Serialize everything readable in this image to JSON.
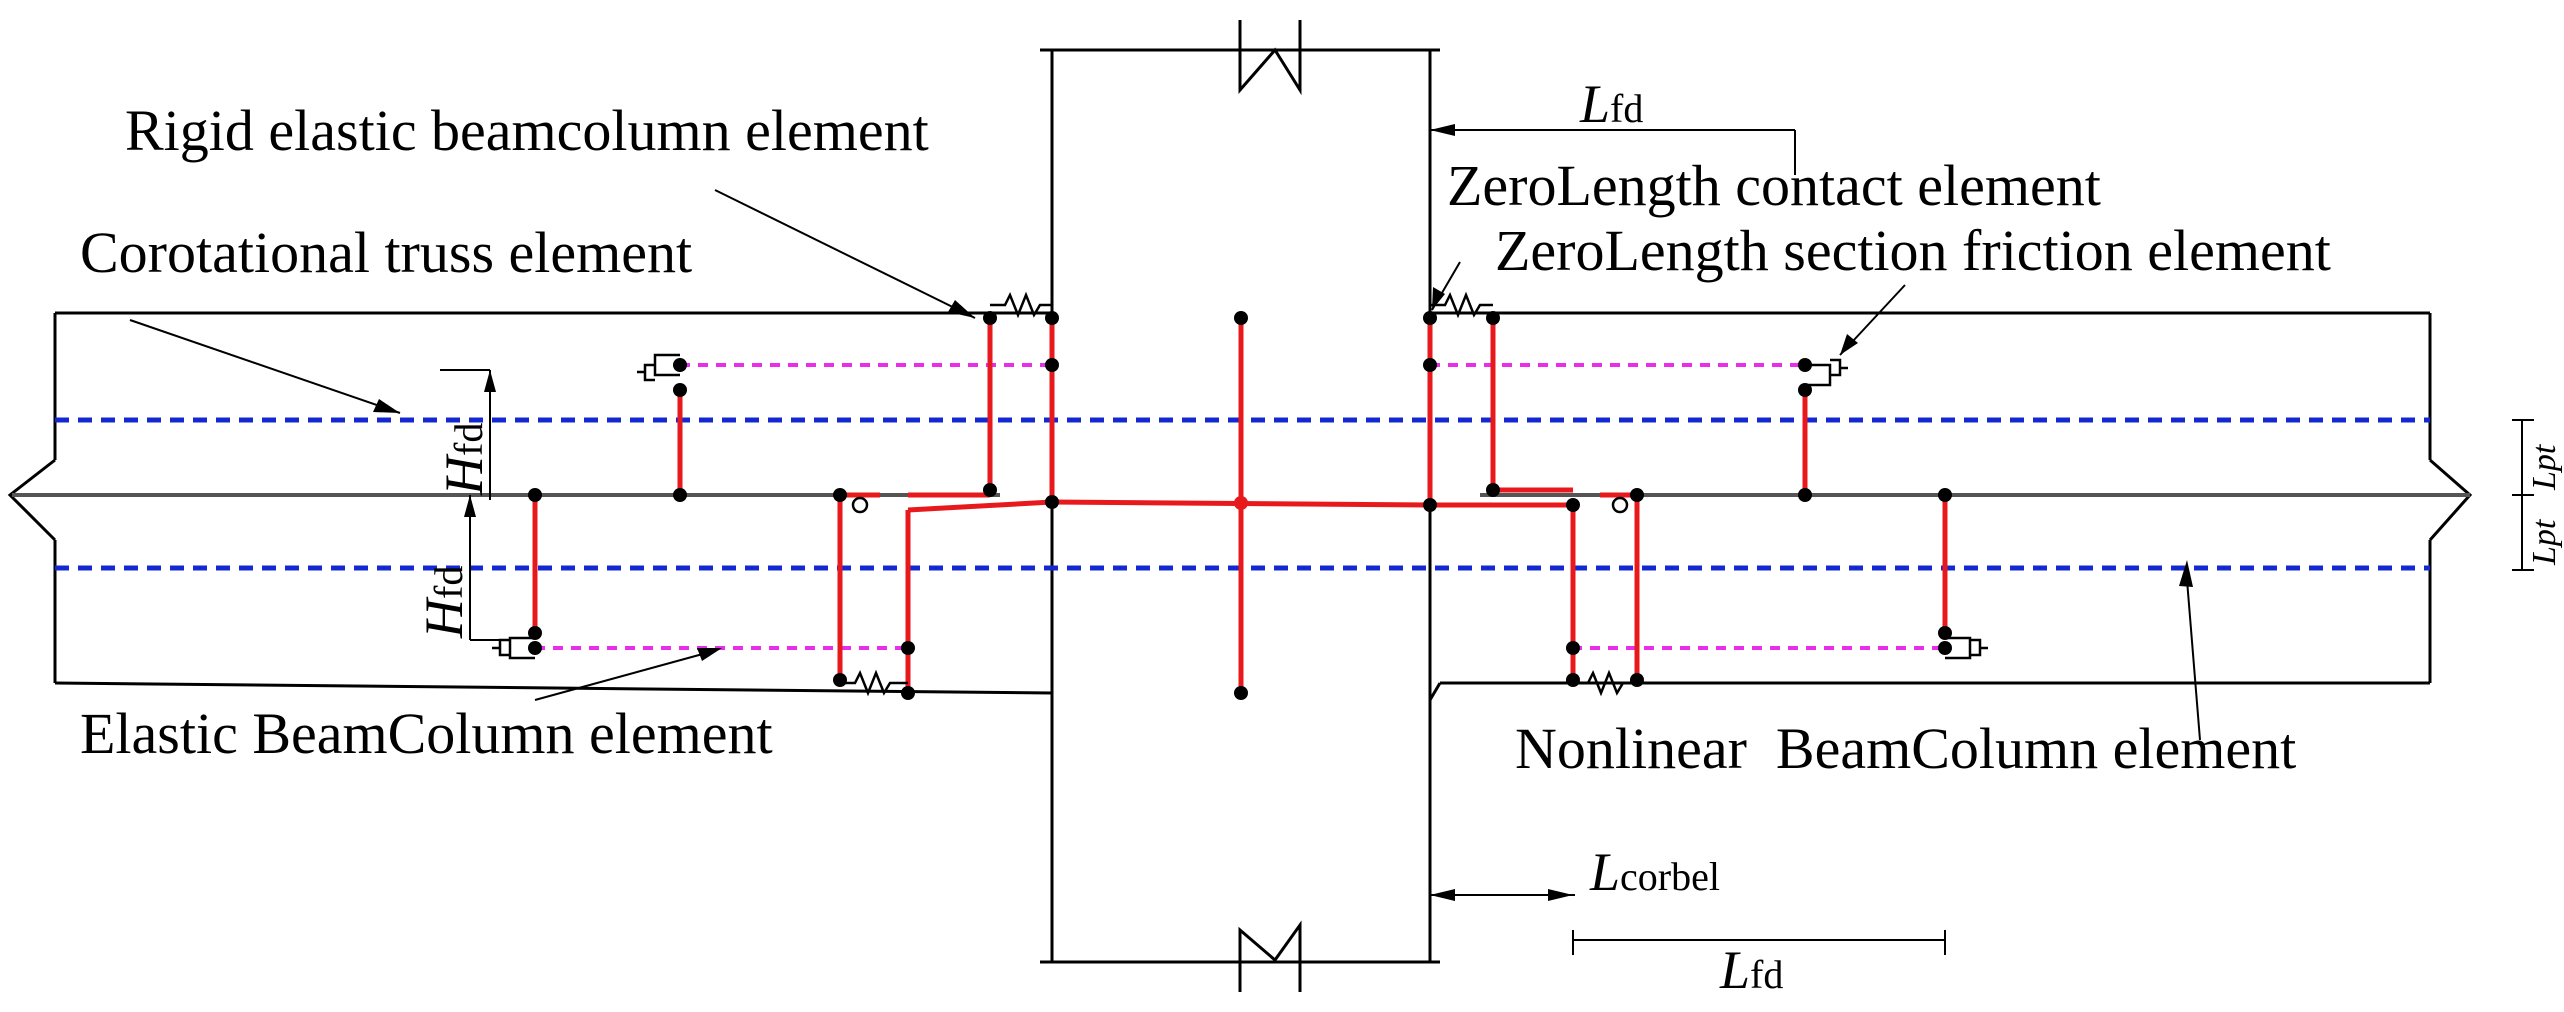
{
  "labels": {
    "rigid_elastic": "Rigid elastic beamcolumn element",
    "corotational_truss": "Corotational truss element",
    "zerolength_contact": "ZeroLength contact element",
    "zerolength_friction": "ZeroLength section friction element",
    "elastic_beamcolumn": "Elastic BeamColumn element",
    "nonlinear_beamcolumn": "Nonlinear  BeamColumn element"
  },
  "dimensions": {
    "lfd_top": {
      "main": "L",
      "sub": "fd"
    },
    "lfd_bottom": {
      "main": "L",
      "sub": "fd"
    },
    "lcorbel": {
      "main": "L",
      "sub": "corbel"
    },
    "hfd_upper": {
      "main": "H",
      "sub": "fd"
    },
    "hfd_lower": {
      "main": "H",
      "sub": "fd"
    },
    "lpt_upper": "L",
    "lpt_upper_sub": "pt",
    "lpt_lower": "L",
    "lpt_lower_sub": "pt"
  },
  "colors": {
    "outline": "#000000",
    "element": "#e8191c",
    "beam_axis": "#555555",
    "steel_layer": "#1428d2",
    "truss": "#e82ee8"
  }
}
